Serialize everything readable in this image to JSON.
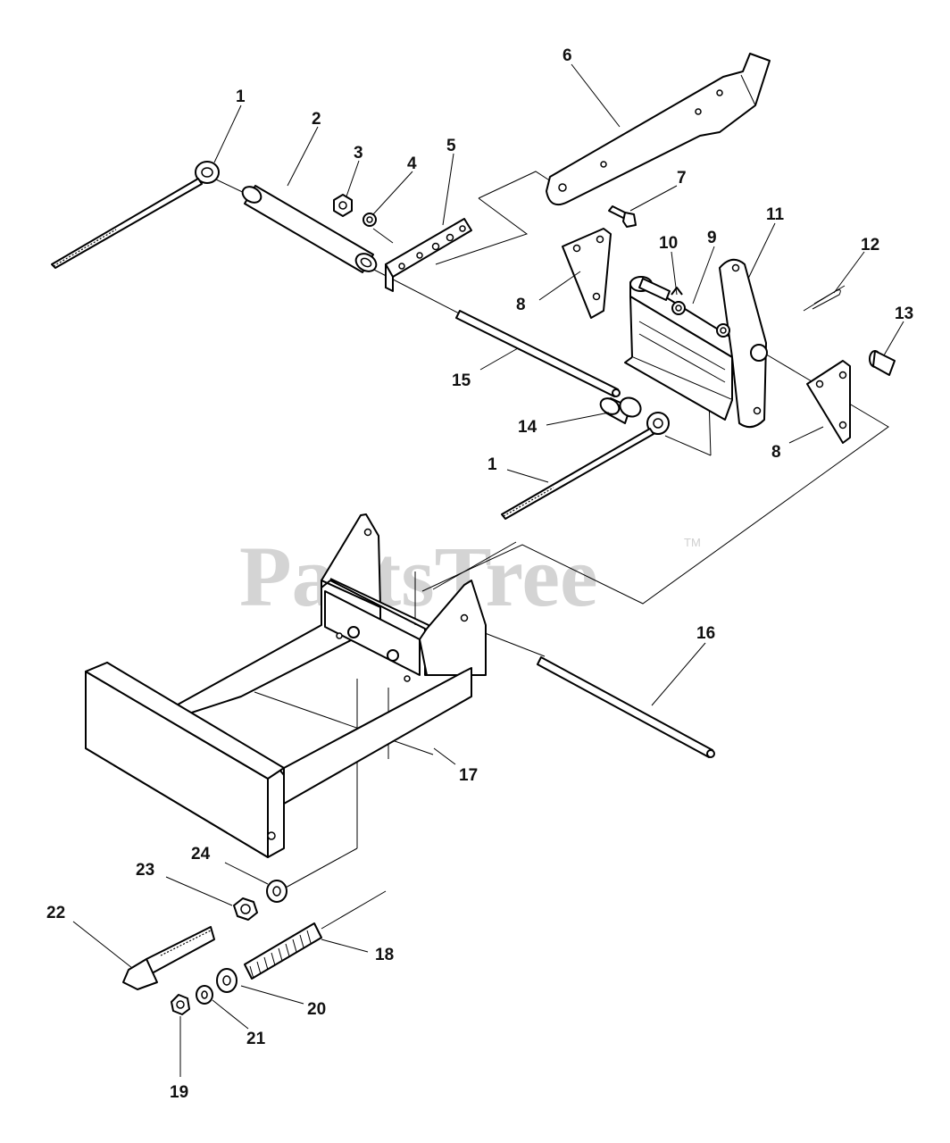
{
  "watermark": {
    "text": "PartsTree",
    "trademark": "TM"
  },
  "callouts": [
    {
      "id": "c1a",
      "text": "1"
    },
    {
      "id": "c2",
      "text": "2"
    },
    {
      "id": "c3",
      "text": "3"
    },
    {
      "id": "c4",
      "text": "4"
    },
    {
      "id": "c5",
      "text": "5"
    },
    {
      "id": "c6",
      "text": "6"
    },
    {
      "id": "c7",
      "text": "7"
    },
    {
      "id": "c8a",
      "text": "8"
    },
    {
      "id": "c9",
      "text": "9"
    },
    {
      "id": "c10",
      "text": "10"
    },
    {
      "id": "c11",
      "text": "11"
    },
    {
      "id": "c12",
      "text": "12"
    },
    {
      "id": "c13",
      "text": "13"
    },
    {
      "id": "c14",
      "text": "14"
    },
    {
      "id": "c15",
      "text": "15"
    },
    {
      "id": "c8b",
      "text": "8"
    },
    {
      "id": "c1b",
      "text": "1"
    },
    {
      "id": "c16",
      "text": "16"
    },
    {
      "id": "c17",
      "text": "17"
    },
    {
      "id": "c24",
      "text": "24"
    },
    {
      "id": "c23",
      "text": "23"
    },
    {
      "id": "c22",
      "text": "22"
    },
    {
      "id": "c18",
      "text": "18"
    },
    {
      "id": "c20",
      "text": "20"
    },
    {
      "id": "c21",
      "text": "21"
    },
    {
      "id": "c19",
      "text": "19"
    }
  ]
}
